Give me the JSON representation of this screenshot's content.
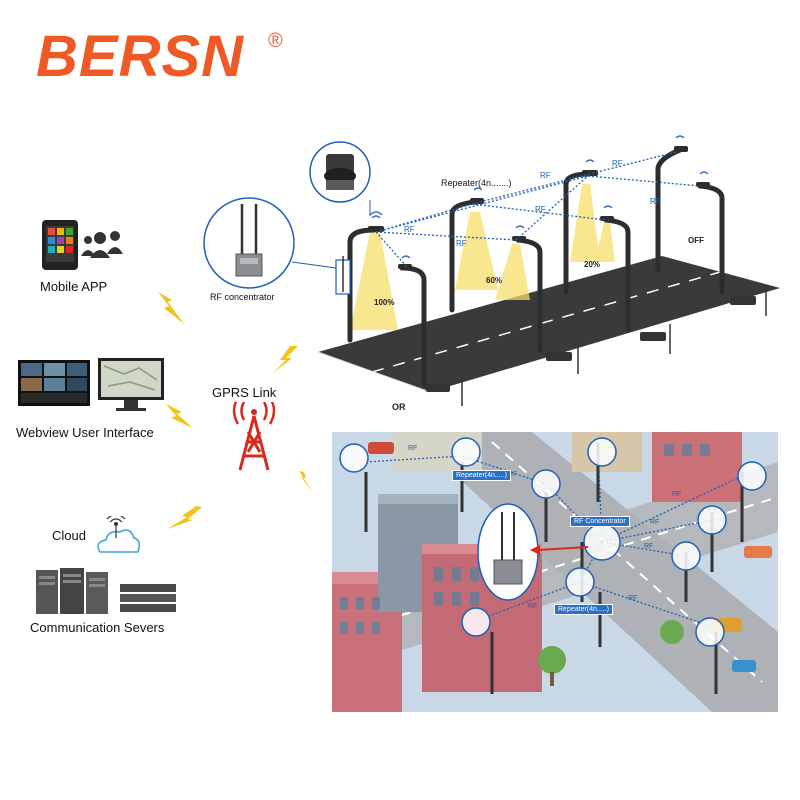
{
  "brand": {
    "name": "BERSN",
    "registered": "®",
    "color": "#ef5a24"
  },
  "left_panel": {
    "mobile_app": "Mobile APP",
    "webview": "Webview User Interface",
    "cloud": "Cloud",
    "servers": "Communication Severs"
  },
  "center": {
    "gprs_link": "GPRS Link"
  },
  "street_scene": {
    "rf_concentrator": "RF concentrator",
    "repeater": "Repeater(4n.......)",
    "rf": "RF",
    "or": "OR",
    "dim_levels": [
      "100%",
      "60%",
      "20%",
      "OFF"
    ]
  },
  "city_scene": {
    "repeater_tag": "Repeater(4n.....)",
    "concentrator_tag": "RF Concentrator",
    "rf": "RF"
  },
  "colors": {
    "accent": "#ef5a24",
    "link_blue": "#1f5fb4",
    "lightning": "#f2c418",
    "tower_red": "#d9281e"
  }
}
